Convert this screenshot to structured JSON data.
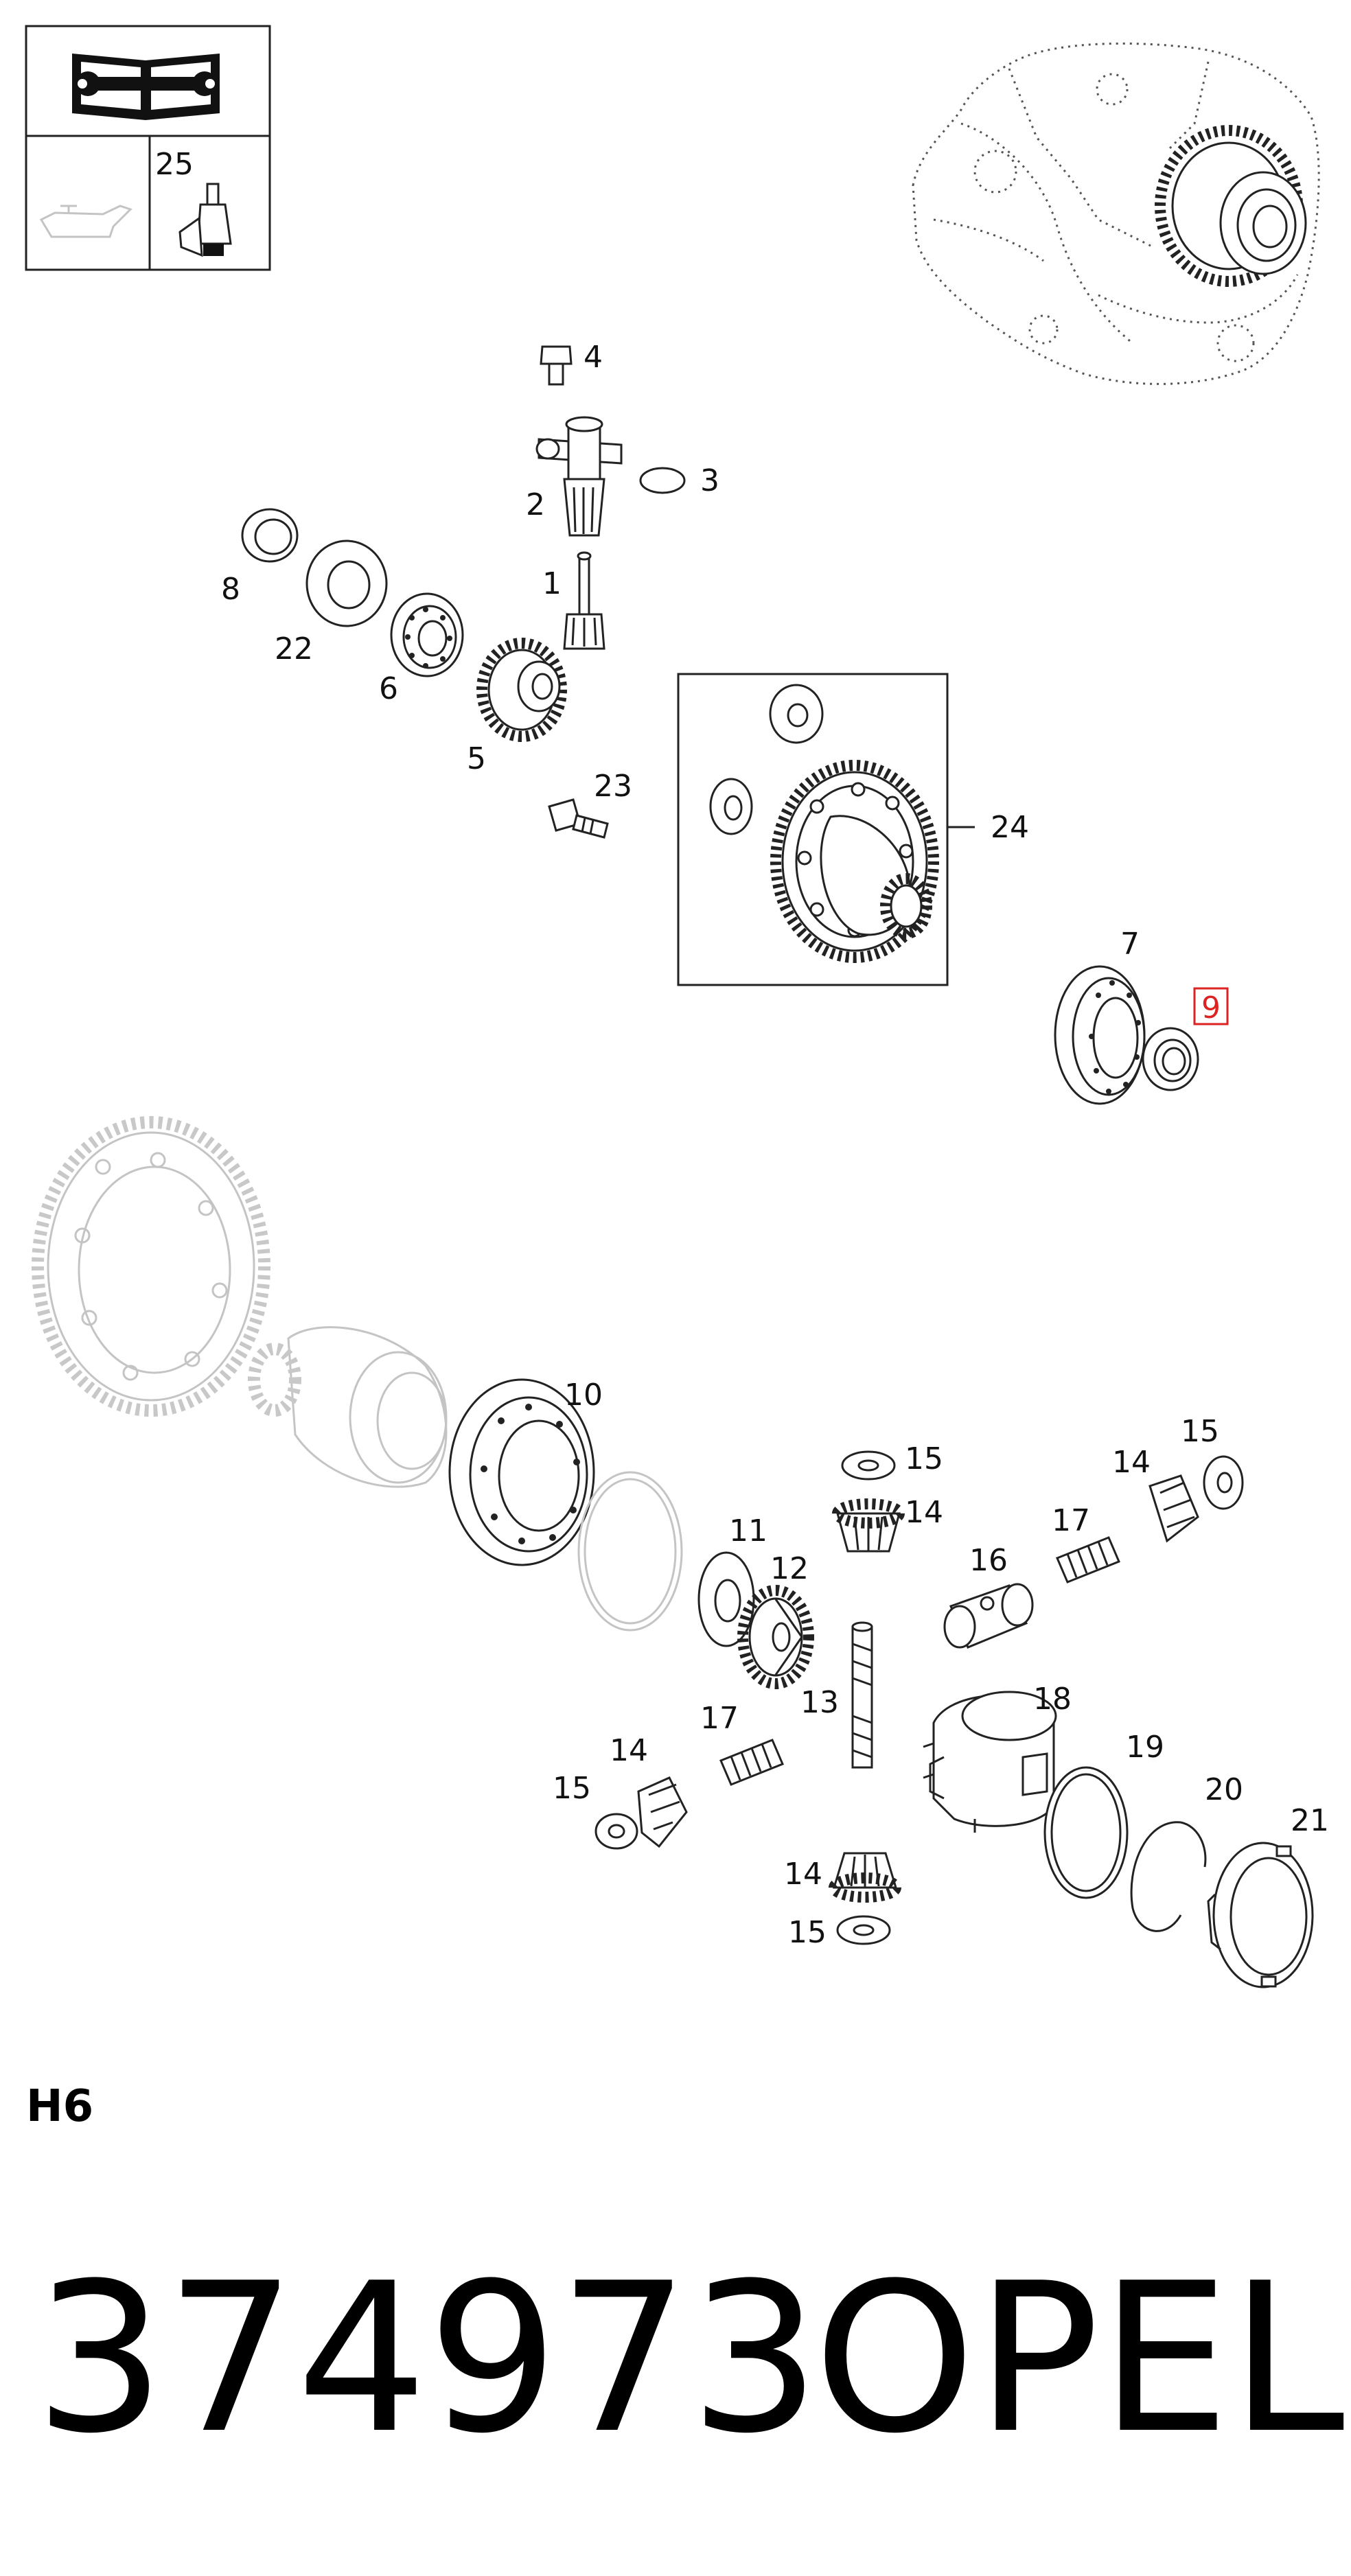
{
  "header": {
    "kit_number": "25"
  },
  "labels": {
    "p1": "1",
    "p2": "2",
    "p3": "3",
    "p4": "4",
    "p5": "5",
    "p6": "6",
    "p7": "7",
    "p8": "8",
    "p9": "9",
    "p10": "10",
    "p11": "11",
    "p12": "12",
    "p13": "13",
    "p14a": "14",
    "p14b": "14",
    "p14c": "14",
    "p14d": "14",
    "p15a": "15",
    "p15b": "15",
    "p15c": "15",
    "p15d": "15",
    "p16": "16",
    "p17a": "17",
    "p17b": "17",
    "p18": "18",
    "p19": "19",
    "p20": "20",
    "p21": "21",
    "p22": "22",
    "p23": "23",
    "p24": "24"
  },
  "highlight_color": "#dd2222",
  "section_code": "H6",
  "part_number": "374973",
  "brand": "OPEL",
  "icons": [
    "repair-manual-icon",
    "oil-can-icon",
    "sealant-tube-icon"
  ]
}
